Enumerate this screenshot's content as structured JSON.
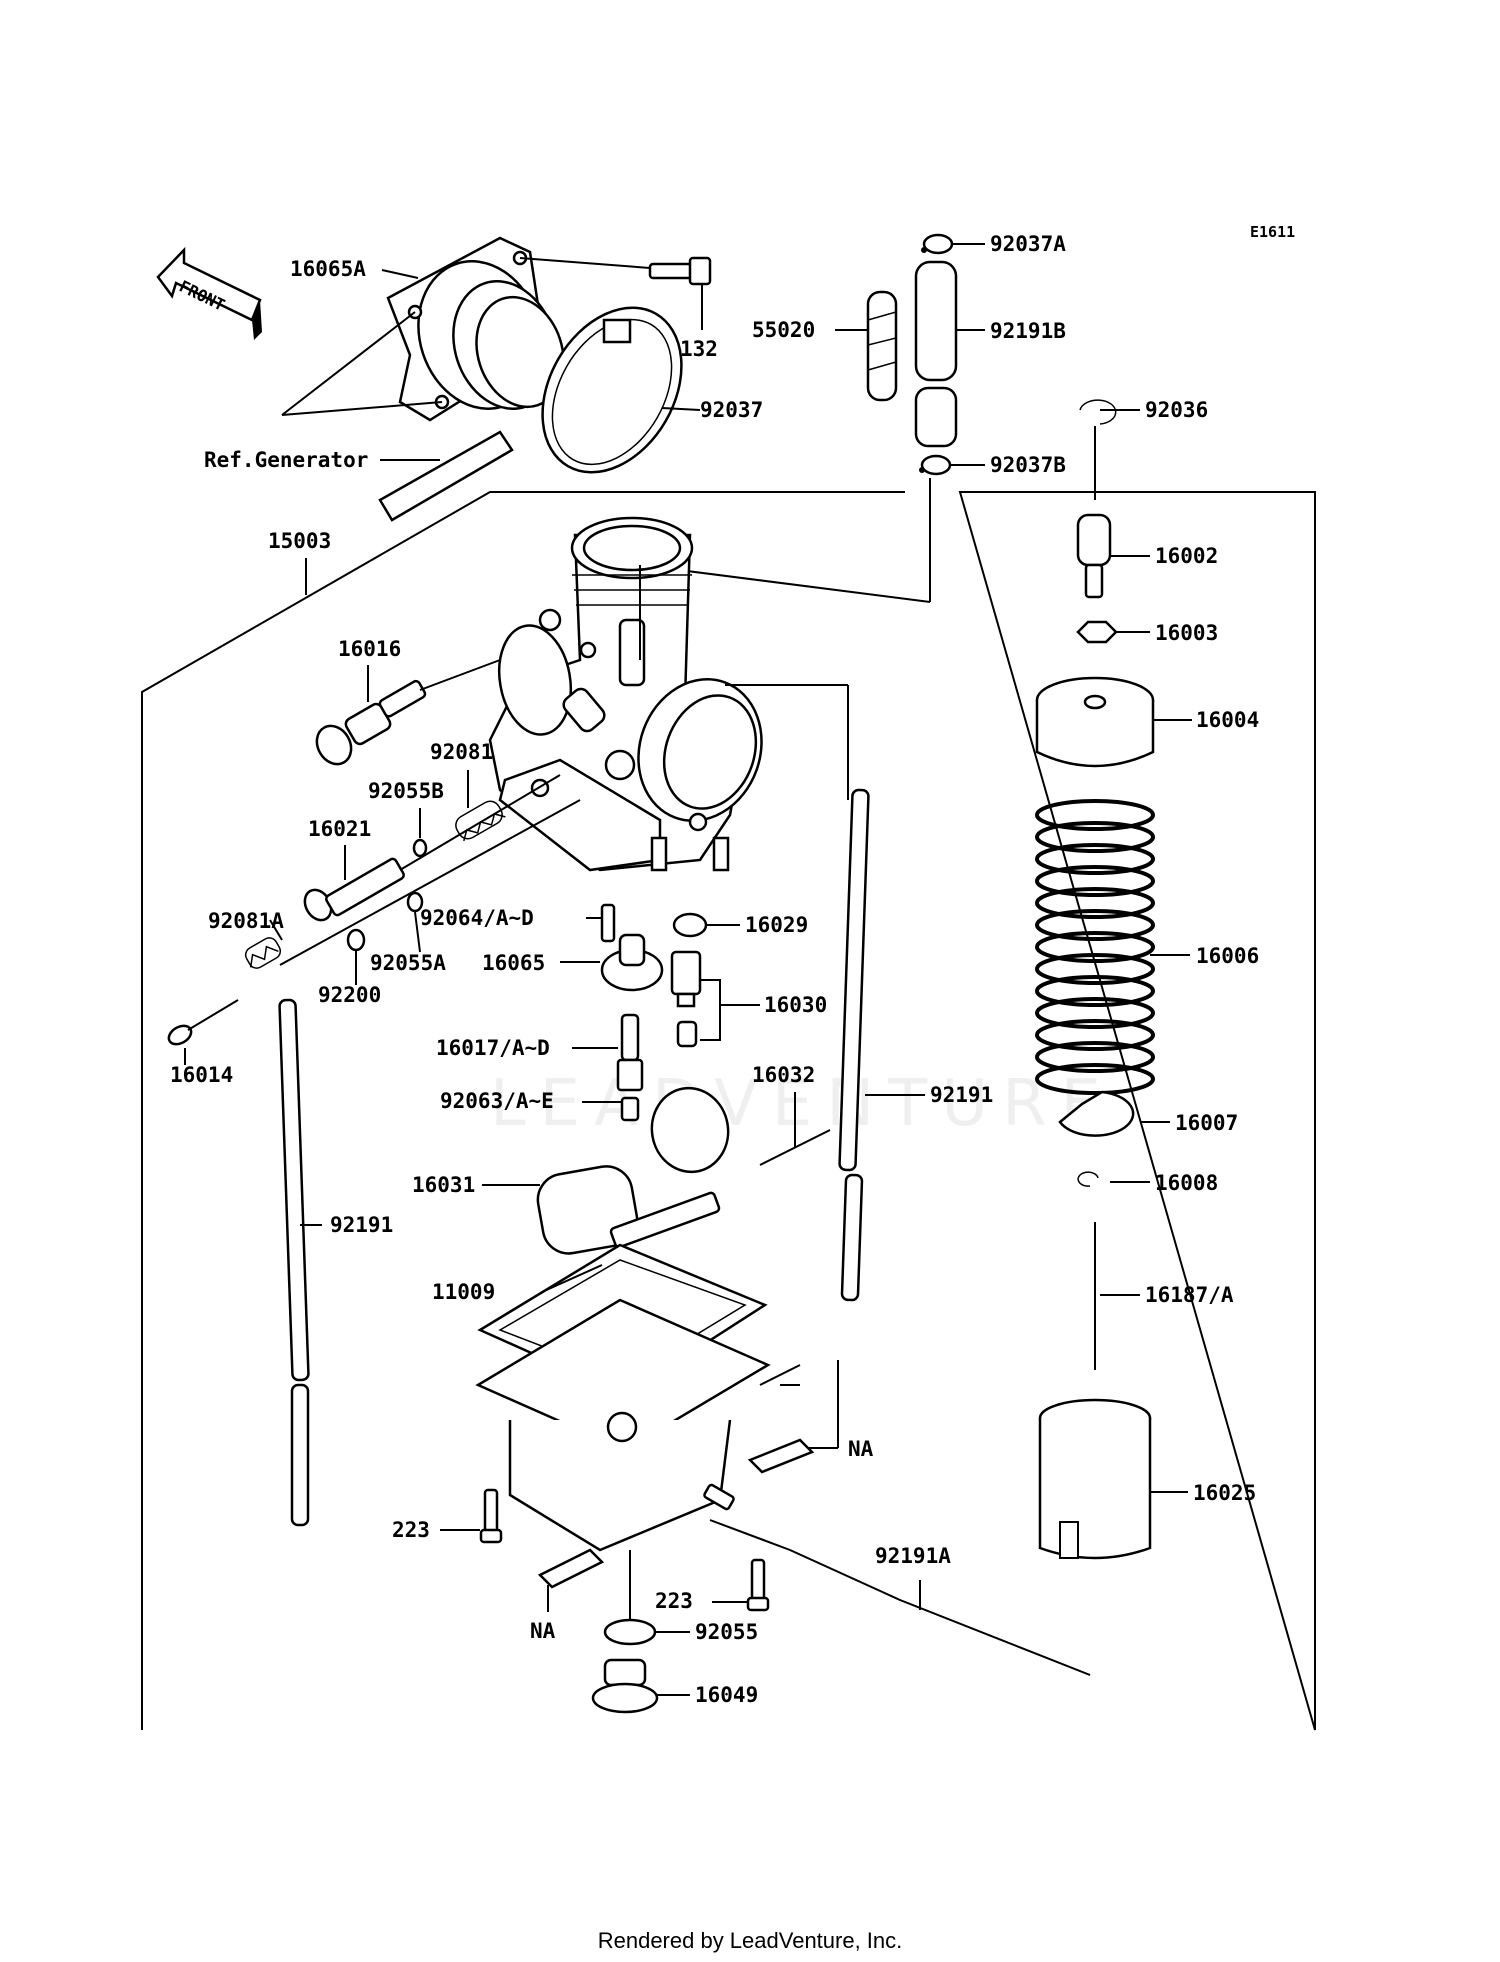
{
  "diagram_code": "E1611",
  "front_label": "FRONT",
  "watermark": "LEADVENTURE",
  "footer": "Rendered by LeadVenture, Inc.",
  "labels": {
    "p16065A": "16065A",
    "p132": "132",
    "p92037A": "92037A",
    "p55020": "55020",
    "p92191B": "92191B",
    "p92037": "92037",
    "p92036": "92036",
    "refGenerator": "Ref.Generator",
    "p92037B": "92037B",
    "p15003": "15003",
    "p16002": "16002",
    "p16003": "16003",
    "p16016": "16016",
    "p16004": "16004",
    "p92081": "92081",
    "p92055B": "92055B",
    "p16021": "16021",
    "p92064AD": "92064/A~D",
    "p16029": "16029",
    "p92081A": "92081A",
    "p16065": "16065",
    "p92055A": "92055A",
    "p16006": "16006",
    "p92200": "92200",
    "p16030": "16030",
    "p16017AD": "16017/A~D",
    "p16014": "16014",
    "p16032": "16032",
    "p92191top": "92191",
    "p92063AE": "92063/A~E",
    "p16007": "16007",
    "p16031": "16031",
    "p16008": "16008",
    "p92191left": "92191",
    "p11009": "11009",
    "p16187A": "16187/A",
    "pNA1": "NA",
    "p16025": "16025",
    "p223a": "223",
    "p92191A": "92191A",
    "p223b": "223",
    "pNA2": "NA",
    "p92055": "92055",
    "p16049": "16049"
  }
}
